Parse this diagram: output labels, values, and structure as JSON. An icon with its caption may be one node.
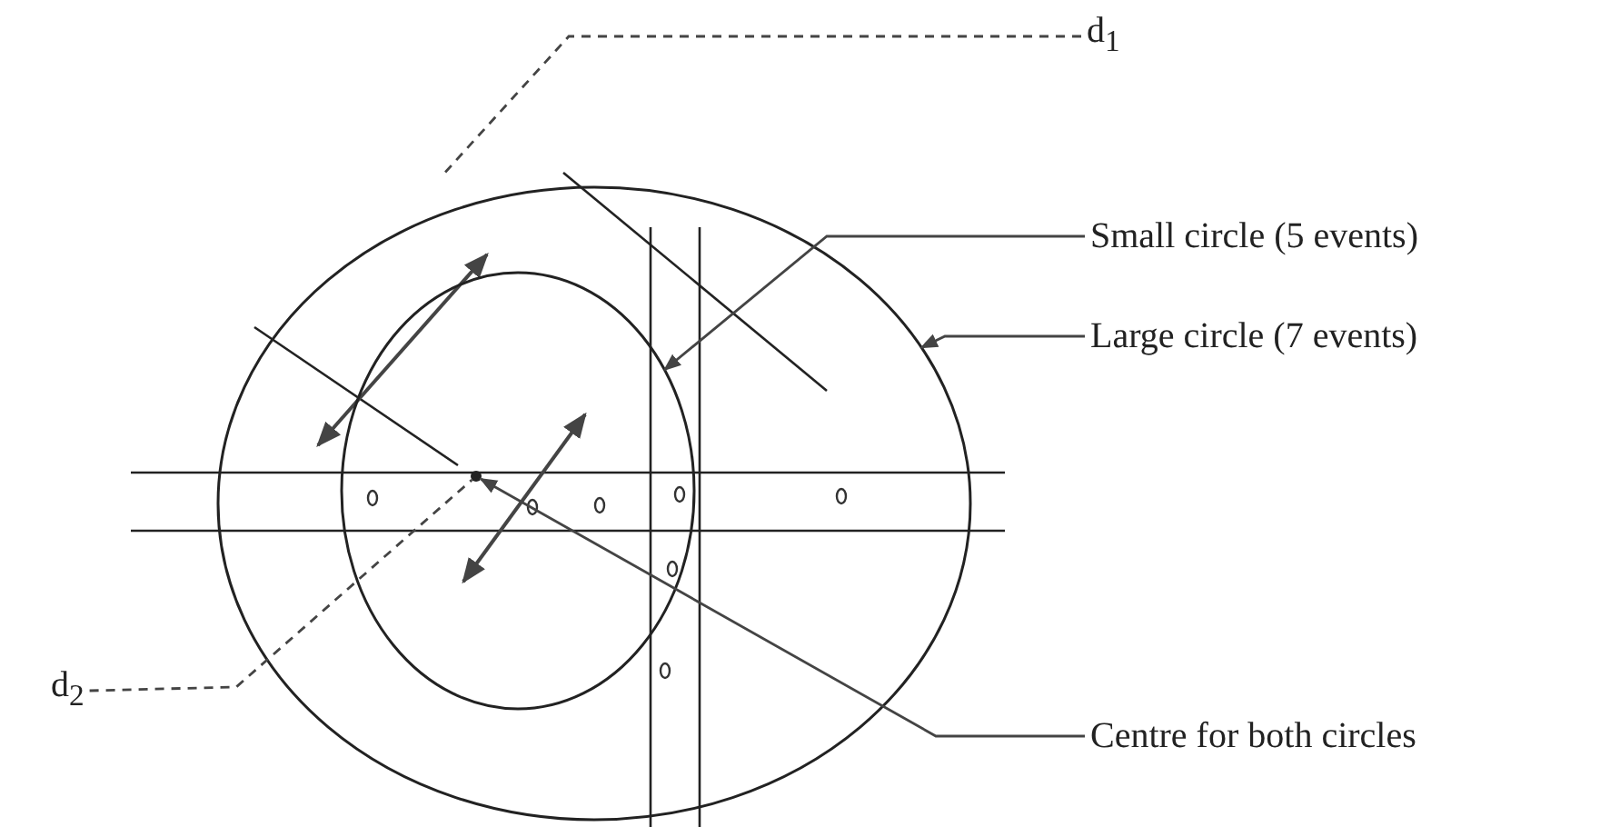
{
  "diagram": {
    "nodes": [
      {
        "text": [],
        "shape": "circle"
      },
      {
        "text": [],
        "shape": "circle",
        "in": 0
      },
      {
        "text": [
          "d$_{1}$"
        ]
      },
      {
        "text": [
          "Small circle (5 events)"
        ]
      },
      {
        "text": [
          "Large circle (7 events)"
        ]
      },
      {
        "text": [
          "d$_{2}$"
        ]
      },
      {
        "text": [
          "Centre for both circles"
        ]
      },
      {
        "text": [],
        "shape": "point",
        "in": 1
      }
    ],
    "edges": [
      {
        "from": 2,
        "to": null,
        "arrow": "none",
        "style": "dashed"
      },
      {
        "from": 3,
        "to": 1,
        "arrow": "to"
      },
      {
        "from": 4,
        "to": 0,
        "arrow": "to"
      },
      {
        "from": 6,
        "to": 7,
        "arrow": "to"
      },
      {
        "from": 5,
        "to": 7,
        "arrow": "none",
        "style": "dashed"
      }
    ]
  }
}
